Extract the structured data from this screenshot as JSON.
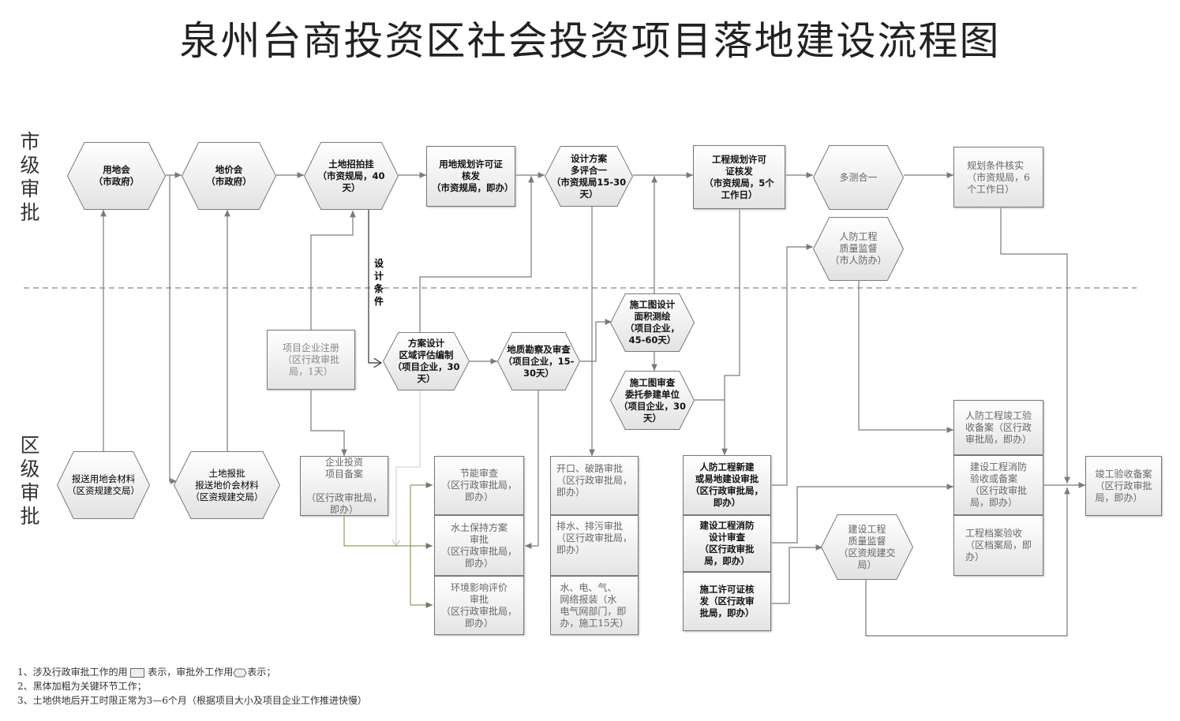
{
  "title": "泉州台商投资区社会投资项目落地建设流程图",
  "sections": {
    "city": "市\n级\n审\n批",
    "district": "区\n级\n审\n批"
  },
  "edge_label": "设\n计\n条\n件",
  "nodes": {
    "yongdihui": "用地会\n（市政府）",
    "dijiahui": "地价会\n（市政府）",
    "tudizhaopaigua": "土地招拍挂\n（市资规局，40\n天）",
    "yongdiguihua": "用地规划许可证\n核发\n（市资规局，即办）",
    "shejifangan": "设计方案\n多评合一\n（市资规局15-30\n天）",
    "gongchengguihua": "工程规划许可\n证核发\n（市资规局，5个\n工作日）",
    "duocehe": "多测合一",
    "guihuahe": "规划条件核实\n（市资规局，6\n个工作日）",
    "renfangzhiliang": "人防工程\n质量监督\n（市人防办）",
    "qiyezhuce": "项目企业注册\n（区行政审批\n局，1天）",
    "fanganquyu": "方案设计\n区域评估编制\n（项目企业，30\n天）",
    "dizhi": "地质勘察及审查\n（项目企业，15-\n30天）",
    "shigongtusheji": "施工图设计\n面积测绘\n（项目企业，\n45-60天）",
    "shigongtushencha": "施工图审查\n委托参建单位\n（项目企业，30\n天）",
    "baosongyongdi": "报送用地会材料\n（区资规建交局）",
    "tudibaopi": "土地报批\n报送地价会材料\n（区资规建交局）",
    "qiyetouzi": "企业投资\n项目备案\n\n（区行政审批局，\n即办）",
    "jieneng": "节能审查\n（区行政审批局，\n即办）",
    "shuitu": "水土保持方案\n审批\n（区行政审批局，\n即办）",
    "huanjing": "环境影响评价\n审批\n（区行政审批局，\n即办）",
    "kaikou": "开口、破路审批\n（区行政审批局，\n即办）",
    "paishui": "排水、排污审批\n（区行政审批局，\n即办）",
    "shuidian": "水、电、气、\n网络报装（水\n电气网部门，即\n办，施工15天）",
    "renfangxinjian": "人防工程新建\n或易地建设审批\n（区行政审批局，\n即办）",
    "xiaofangsheji": "建设工程消防\n设计审查\n（区行政审批\n局，即办）",
    "shigongxuke": "施工许可证核\n发（区行政审\n批局，即办）",
    "jianshezhiliang": "建设工程\n质量监督\n（区资规建交\n局）",
    "renfangjungong": "人防工程竣工验\n收备案（区行政\n审批局，即办）",
    "xiaofangyanshou": "建设工程消防\n验收或备案\n（区行政审批\n局，即办）",
    "dangan": "工程档案验收\n（区档案局，即\n办）",
    "jungongbeian": "竣工验收备案\n（区行政审批\n局，即办）"
  },
  "notes": {
    "n1a": "1、涉及行政审批工作的用",
    "n1b": "表示，审批外工作用",
    "n1c": "表示；",
    "n2": "2、黑体加粗为关键环节工作；",
    "n3": "3、土地供地后开工时限正常为3—6个月（根据项目大小及项目企业工作推进快慢）"
  },
  "colors": {
    "line": "#7a7a7a",
    "olive": "#9a9a55",
    "dash": "#888888"
  }
}
